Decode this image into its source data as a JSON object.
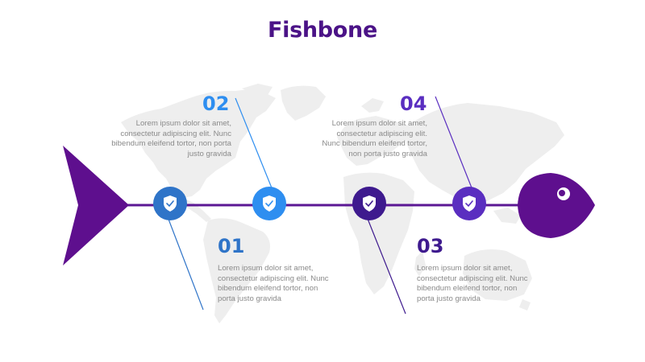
{
  "title": "Fishbone",
  "colors": {
    "title": "#4B1387",
    "spine": "#5B1794",
    "head": "#5E0F8E",
    "tail": "#5E0F8E",
    "map": "#EEEEEE",
    "text": "#8A8A8A",
    "step1": "#2F74C8",
    "step2": "#2E8EF0",
    "step3": "#3E1A8E",
    "step4": "#5A2EC0"
  },
  "steps": [
    {
      "number": "01",
      "text": "Lorem ipsum dolor sit amet, consectetur adipiscing elit. Nunc bibendum eleifend tortor, non porta justo gravida",
      "icon": "shield-check-icon"
    },
    {
      "number": "02",
      "text": "Lorem ipsum dolor sit amet, consectetur adipiscing elit. Nunc bibendum eleifend tortor, non porta justo gravida",
      "icon": "shield-check-icon"
    },
    {
      "number": "03",
      "text": "Lorem ipsum dolor sit amet, consectetur adipiscing elit. Nunc bibendum eleifend tortor, non porta justo gravida",
      "icon": "shield-check-icon"
    },
    {
      "number": "04",
      "text": "Lorem ipsum dolor sit amet, consectetur adipiscing elit. Nunc bibendum eleifend tortor, non porta justo gravida",
      "icon": "shield-check-icon"
    }
  ]
}
